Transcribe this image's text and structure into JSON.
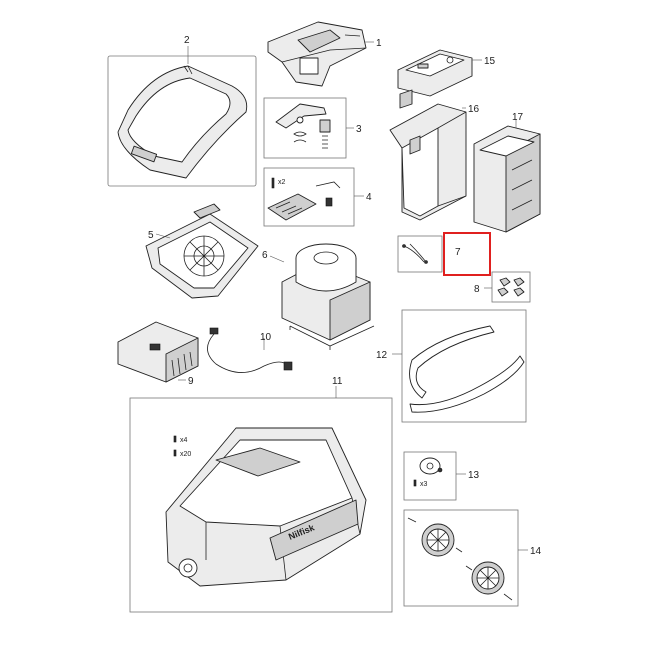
{
  "callouts": {
    "p1": "1",
    "p2": "2",
    "p3": "3",
    "p4": "4",
    "p5": "5",
    "p6": "6",
    "p7": "7",
    "p8": "8",
    "p9": "9",
    "p10": "10",
    "p11": "11",
    "p12": "12",
    "p13": "13",
    "p14": "14",
    "p15": "15",
    "p16": "16",
    "p17": "17"
  },
  "quantities": {
    "part4_screws": "x2",
    "part11_screws_a": "x4",
    "part11_screws_b": "x20",
    "part13_screws": "x3"
  },
  "brand_logo": "Nilfisk",
  "highlight_color": "#e0201f"
}
